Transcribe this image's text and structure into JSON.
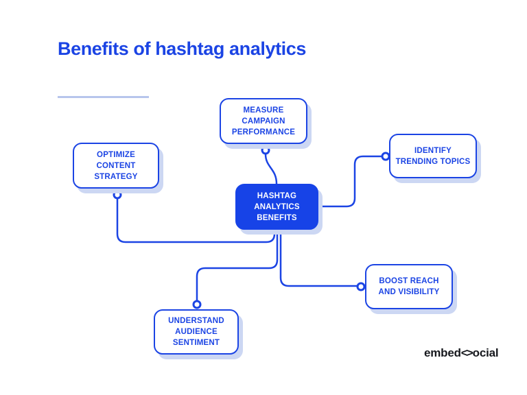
{
  "page": {
    "title": "Benefits of hashtag analytics"
  },
  "colors": {
    "primary_blue": "#1b44e4",
    "center_node_fill": "#1743e7",
    "shadow_blue": "#ccd7f3",
    "underline_blue": "#b7c5ec",
    "background": "#ffffff",
    "logo_black": "#16181d"
  },
  "diagram": {
    "center_node": {
      "id": "hashtag-analytics-benefits",
      "label": "HASHTAG\nANALYTICS\nBENEFITS"
    },
    "nodes": [
      {
        "id": "measure-campaign-performance",
        "position": "top",
        "label": "MEASURE\nCAMPAIGN\nPERFORMANCE"
      },
      {
        "id": "optimize-content-strategy",
        "position": "left",
        "label": "OPTIMIZE\nCONTENT\nSTRATEGY"
      },
      {
        "id": "identify-trending-topics",
        "position": "right",
        "label": "IDENTIFY\nTRENDING TOPICS"
      },
      {
        "id": "boost-reach-and-visibility",
        "position": "bottom-right",
        "label": "BOOST REACH\nAND VISIBILITY"
      },
      {
        "id": "understand-audience-sentiment",
        "position": "bottom",
        "label": "UNDERSTAND\nAUDIENCE\nSENTIMENT"
      }
    ]
  },
  "footer": {
    "logo_prefix": "embed",
    "logo_glyph": "<>",
    "logo_suffix": "ocial"
  }
}
